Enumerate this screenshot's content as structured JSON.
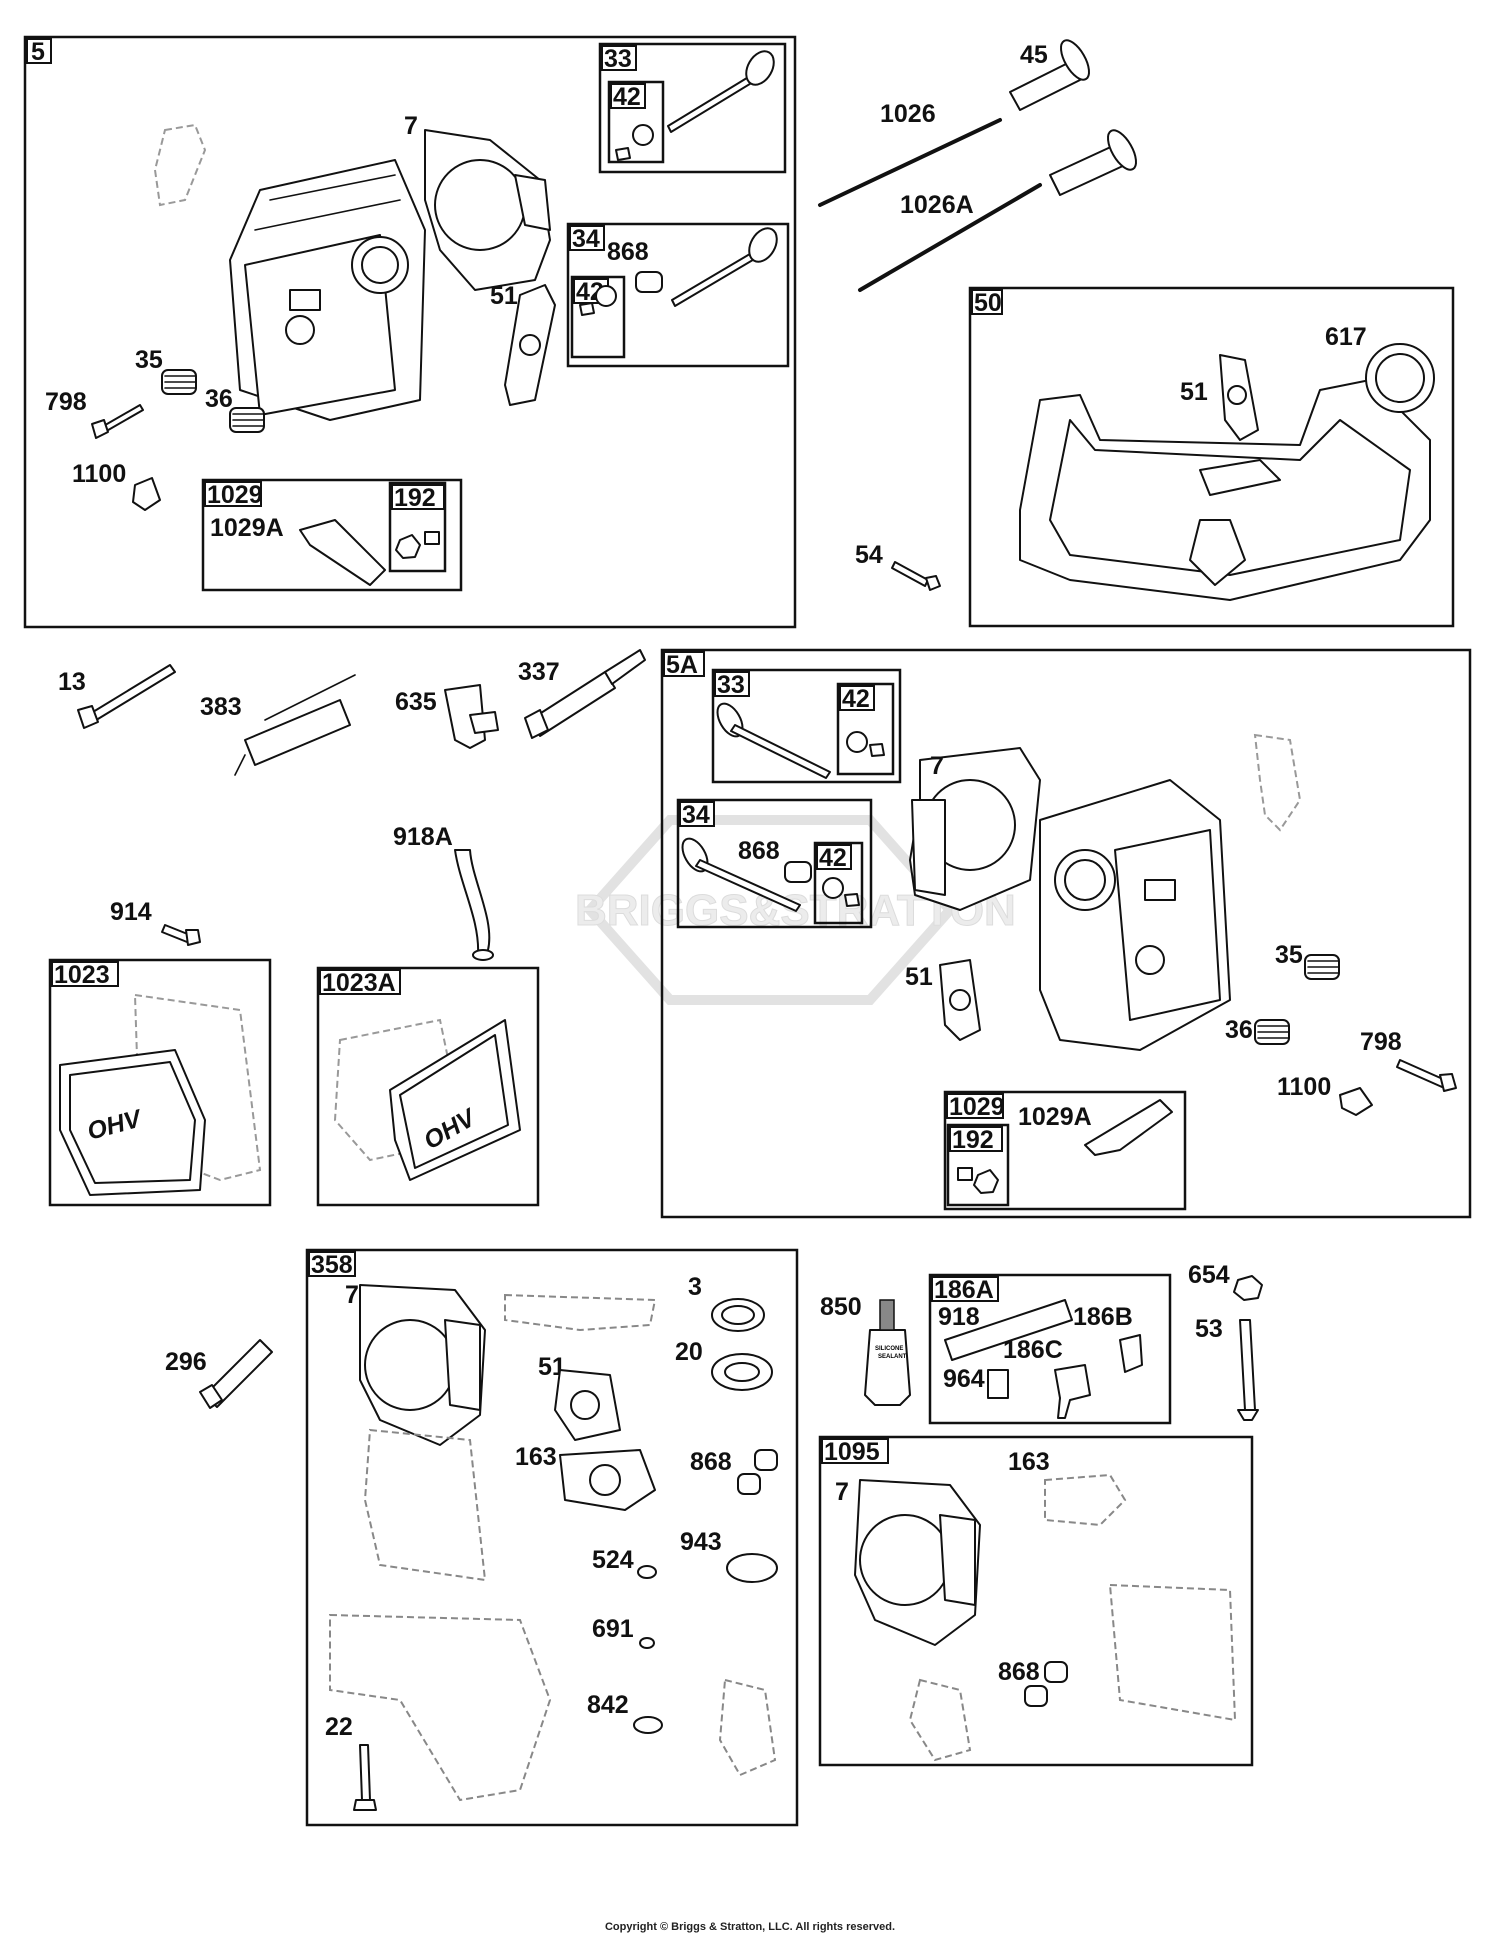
{
  "copyright": "Copyright © Briggs & Stratton, LLC. All rights reserved.",
  "watermark": "BRIGGS&STRATTON",
  "groups": {
    "g5": "5",
    "g33": "33",
    "g42a": "42",
    "g34": "34",
    "g42b": "42",
    "g1029": "1029",
    "g192": "192",
    "g50": "50",
    "g5A": "5A",
    "g33b": "33",
    "g42c": "42",
    "g34b": "34",
    "g42d": "42",
    "g1029b": "1029",
    "g192b": "192",
    "g1023": "1023",
    "g1023A": "1023A",
    "g358": "358",
    "g186A": "186A",
    "g1095": "1095"
  },
  "labels": {
    "l7a": "7",
    "l51a": "51",
    "l35a": "35",
    "l36a": "36",
    "l798a": "798",
    "l1100a": "1100",
    "l1029Aa": "1029A",
    "l868a": "868",
    "l45": "45",
    "l1026": "1026",
    "l1026A": "1026A",
    "l617": "617",
    "l51b": "51",
    "l54": "54",
    "l13": "13",
    "l383": "383",
    "l635": "635",
    "l337": "337",
    "l918A": "918A",
    "l914": "914",
    "l7b": "7",
    "l868b": "868",
    "l51c": "51",
    "l35b": "35",
    "l36b": "36",
    "l798b": "798",
    "l1100b": "1100",
    "l1029Ab": "1029A",
    "l296": "296",
    "l7c": "7",
    "l3": "3",
    "l20": "20",
    "l51d": "51",
    "l163a": "163",
    "l868c": "868",
    "l524": "524",
    "l943": "943",
    "l691": "691",
    "l842": "842",
    "l22": "22",
    "l850": "850",
    "l918": "918",
    "l186B": "186B",
    "l186C": "186C",
    "l964": "964",
    "l654": "654",
    "l53": "53",
    "l7d": "7",
    "l163b": "163",
    "l868d": "868"
  },
  "product_text": {
    "ohv_a": "OHV",
    "ohv_b": "OHV",
    "sealant_1": "SILICONE",
    "sealant_2": "SEALANT"
  }
}
